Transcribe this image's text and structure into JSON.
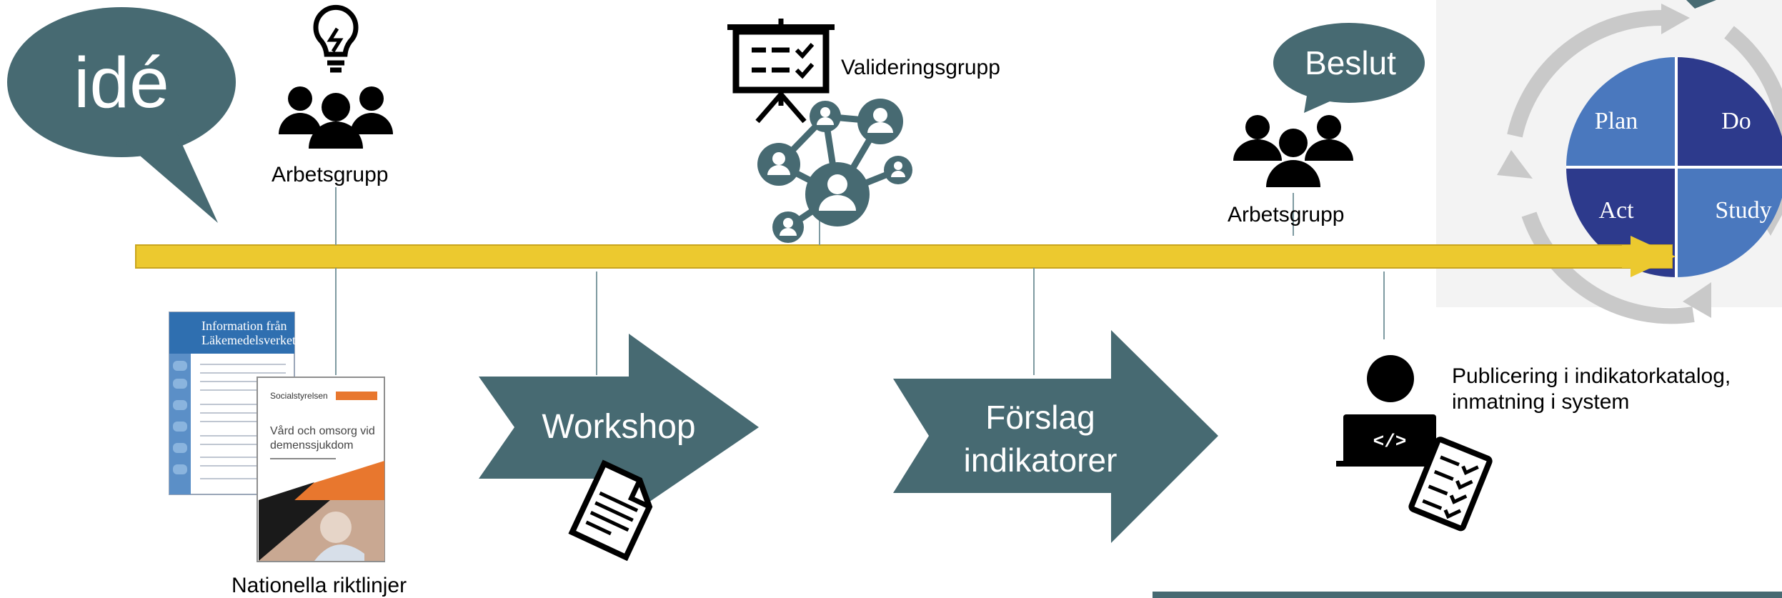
{
  "speech_bubble": {
    "text": "idé"
  },
  "decision_bubble": {
    "text": "Beslut"
  },
  "labels": {
    "workgroup_1": "Arbetsgrupp",
    "validation_group": "Valideringsgrupp",
    "workgroup_2": "Arbetsgrupp",
    "national_guidelines": "Nationella riktlinjer",
    "publishing_line1": "Publicering i indikatorkatalog,",
    "publishing_line2": "inmatning i system"
  },
  "arrows": {
    "workshop": "Workshop",
    "proposal_line1": "Förslag",
    "proposal_line2": "indikatorer"
  },
  "pdsa": {
    "plan": "Plan",
    "do": "Do",
    "act": "Act",
    "study": "Study"
  },
  "documents": {
    "lakemedel_title_line1": "Information från",
    "lakemedel_title_line2": "Läkemedelsverket",
    "sos_publisher": "Socialstyrelsen",
    "sos_title_line1": "Vård och omsorg vid",
    "sos_title_line2": "demenssjukdom"
  },
  "colors": {
    "teal": "#476a72",
    "timeline": "#ecc92f",
    "plan_do_blue": "#4a78be",
    "act_navy": "#2d3a8c",
    "cycle_gray": "#c8c8c8"
  }
}
